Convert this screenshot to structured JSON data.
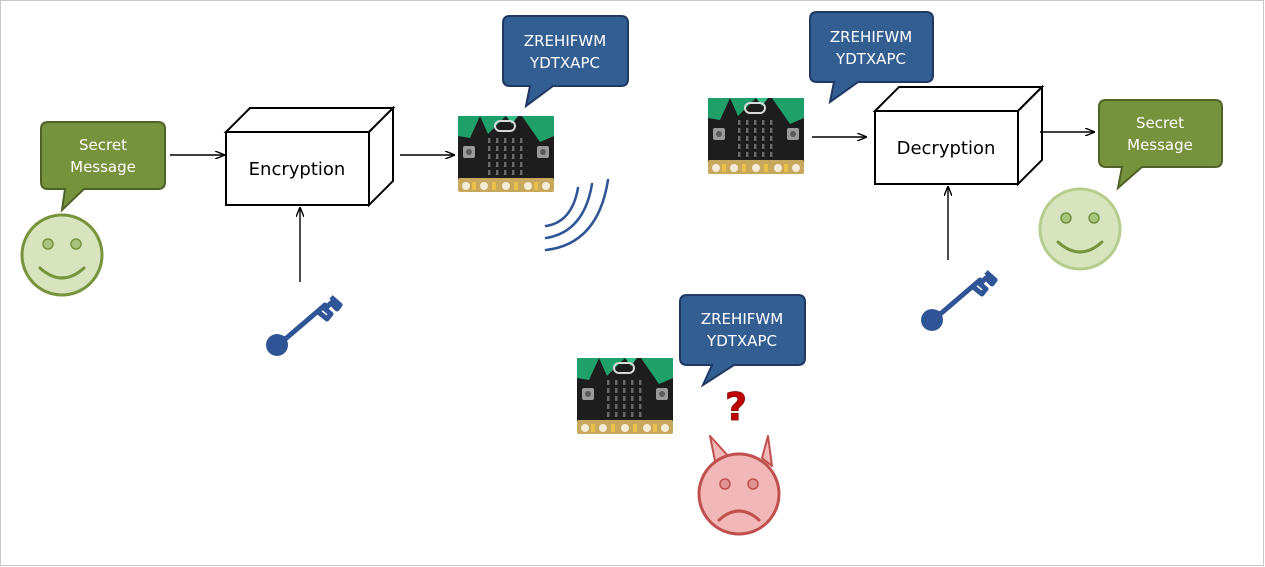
{
  "sender": {
    "bubble_lines": [
      "Secret",
      "Message"
    ],
    "face": "smiley-face-icon"
  },
  "receiver": {
    "bubble_lines": [
      "Secret",
      "Message"
    ],
    "face": "smiley-face-icon"
  },
  "encryption_box": {
    "label": "Encryption"
  },
  "decryption_box": {
    "label": "Decryption"
  },
  "ciphertext_bubbles": [
    {
      "lines": [
        "ZREHIFWM",
        "YDTXAPC"
      ]
    },
    {
      "lines": [
        "ZREHIFWM",
        "YDTXAPC"
      ]
    },
    {
      "lines": [
        "ZREHIFWM",
        "YDTXAPC"
      ]
    }
  ],
  "eavesdropper": {
    "question_mark": "?",
    "face": "devil-face-icon"
  },
  "icons": [
    "key-icon",
    "microbit-board-icon",
    "radio-waves-icon"
  ],
  "colors": {
    "green_bubble": "#76923c",
    "green_bubble_border": "#4f6228",
    "blue_bubble": "#335e92",
    "blue_bubble_border": "#1f3864",
    "smiley_fill": "#d7e4bd",
    "smiley_border": "#77933c",
    "devil_fill": "#f2b8b8",
    "devil_border": "#c0504d",
    "key": "#2f5597",
    "question": "#c00000",
    "waves": "#2f5597"
  }
}
